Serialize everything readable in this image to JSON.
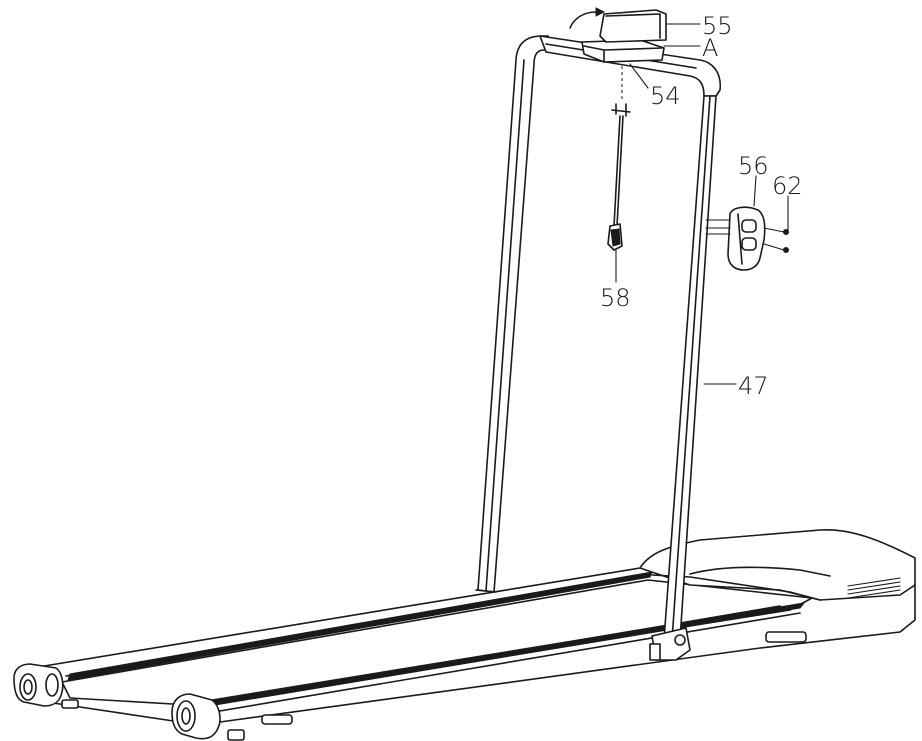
{
  "callouts": [
    {
      "id": "c55",
      "text": "55"
    },
    {
      "id": "cA",
      "text": "A"
    },
    {
      "id": "c54",
      "text": "54"
    },
    {
      "id": "c56",
      "text": "56"
    },
    {
      "id": "c62",
      "text": "62"
    },
    {
      "id": "c58",
      "text": "58"
    },
    {
      "id": "c47",
      "text": "47"
    }
  ],
  "colors": {
    "line": "#1a1a1a",
    "background": "#ffffff"
  }
}
